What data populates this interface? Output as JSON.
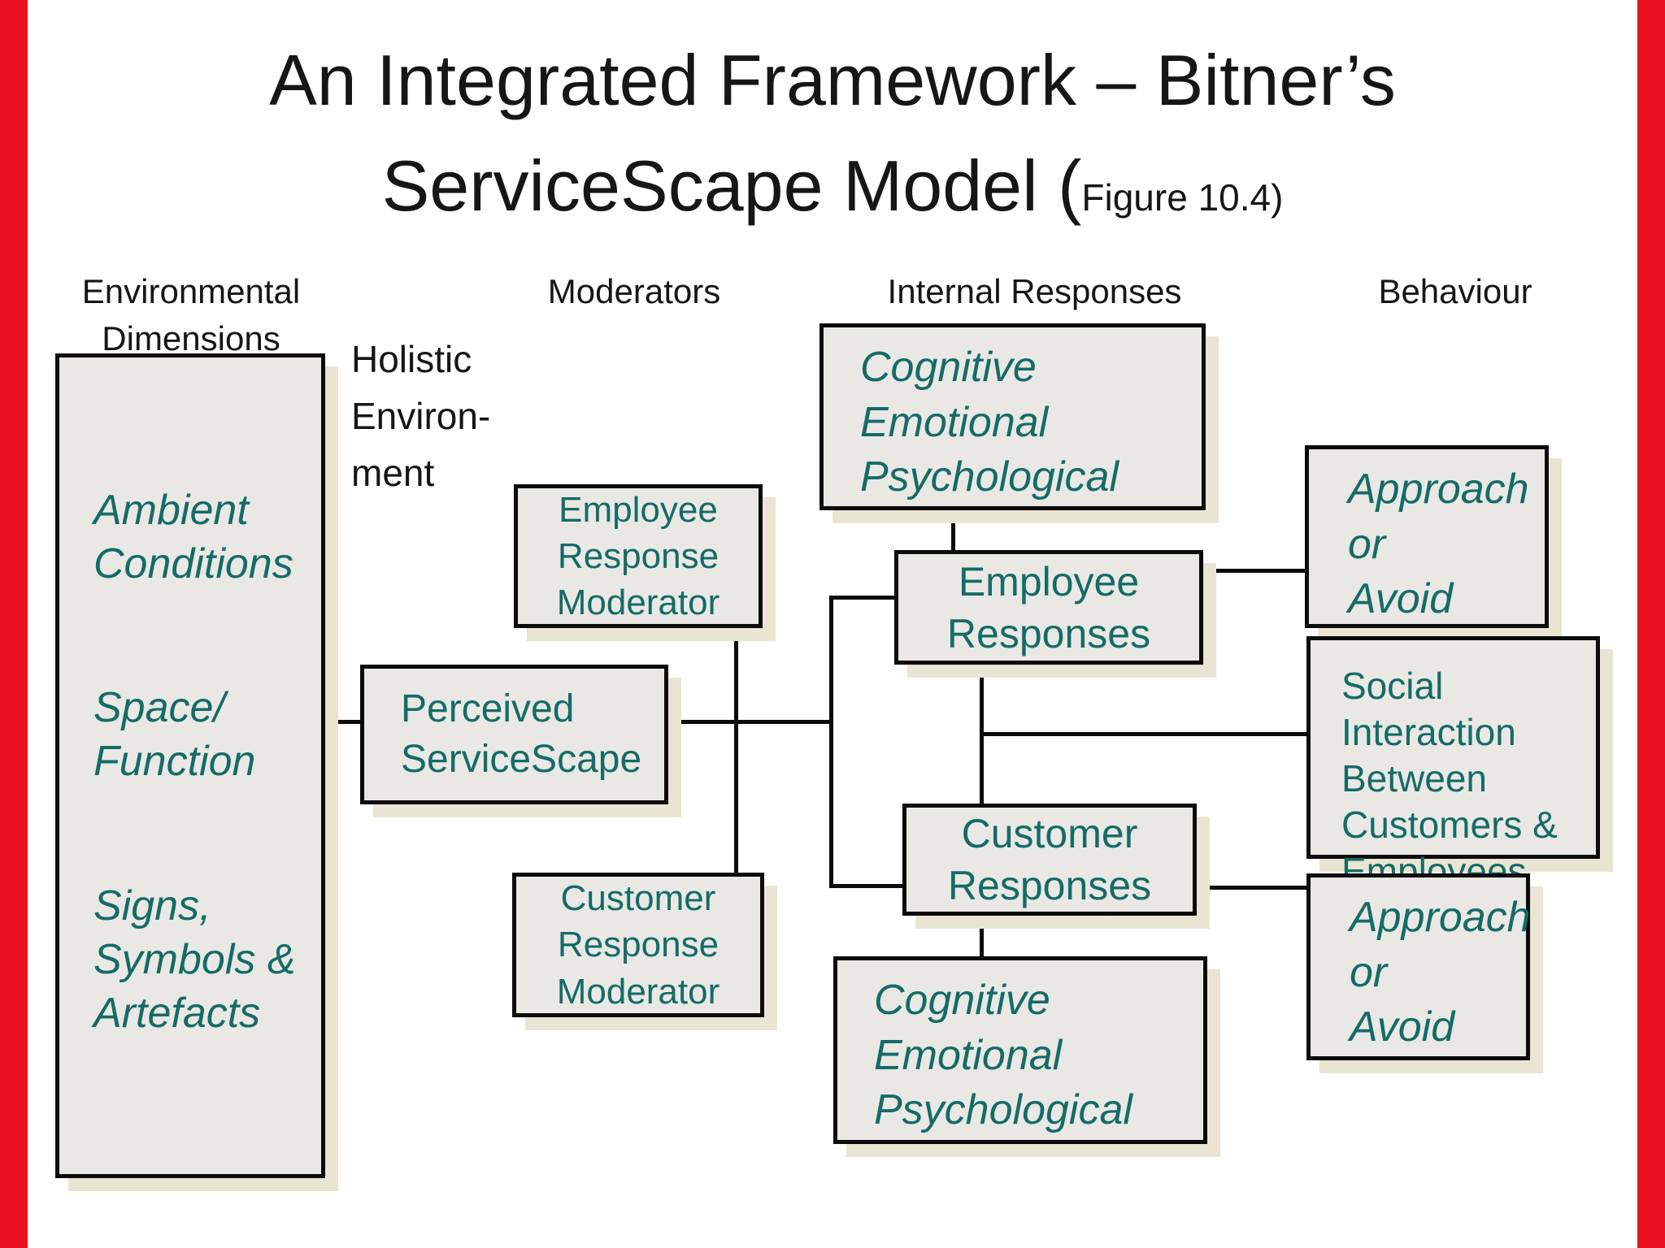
{
  "title": {
    "line1": "An Integrated Framework – Bitner’s",
    "line2_main": "ServiceScape Model (",
    "line2_small": "Figure 10.4)"
  },
  "column_headers": {
    "environmental_line1": "Environmental",
    "environmental_line2": "Dimensions",
    "moderators": "Moderators",
    "internal_responses": "Internal Responses",
    "behaviour": "Behaviour"
  },
  "labels": {
    "holistic_line1": "Holistic",
    "holistic_line2": "Environ-",
    "holistic_line3": "ment"
  },
  "boxes": {
    "environmental_dimensions": {
      "ambient_line1": "Ambient",
      "ambient_line2": "Conditions",
      "space_line1": "Space/",
      "space_line2": "Function",
      "signs_line1": "Signs,",
      "signs_line2": "Symbols &",
      "signs_line3": "Artefacts"
    },
    "perceived_servicescape": {
      "line1": "Perceived",
      "line2": "ServiceScape"
    },
    "employee_response_moderator": {
      "line1": "Employee",
      "line2": "Response",
      "line3": "Moderator"
    },
    "customer_response_moderator": {
      "line1": "Customer",
      "line2": "Response",
      "line3": "Moderator"
    },
    "cognitive_top": {
      "line1": "Cognitive",
      "line2": "Emotional",
      "line3": "Psychological"
    },
    "employee_responses": {
      "line1": "Employee",
      "line2": "Responses"
    },
    "customer_responses": {
      "line1": "Customer",
      "line2": "Responses"
    },
    "cognitive_bottom": {
      "line1": "Cognitive",
      "line2": "Emotional",
      "line3": "Psychological"
    },
    "approach_avoid_top": {
      "line1": "Approach",
      "line2": "or",
      "line3": "Avoid"
    },
    "social_interaction": {
      "line1": "Social Interaction",
      "line2": "Between",
      "line3": "Customers &",
      "line4": "Employees"
    },
    "approach_avoid_bottom": {
      "line1": "Approach",
      "line2": "or",
      "line3": "Avoid"
    }
  },
  "colors": {
    "accent_red": "#e8101e",
    "teal_text": "#156b66",
    "box_fill": "#e9e8e5",
    "box_border": "#0c0c0c",
    "box_shadow": "#e9e5d2",
    "text_black": "#161616"
  }
}
